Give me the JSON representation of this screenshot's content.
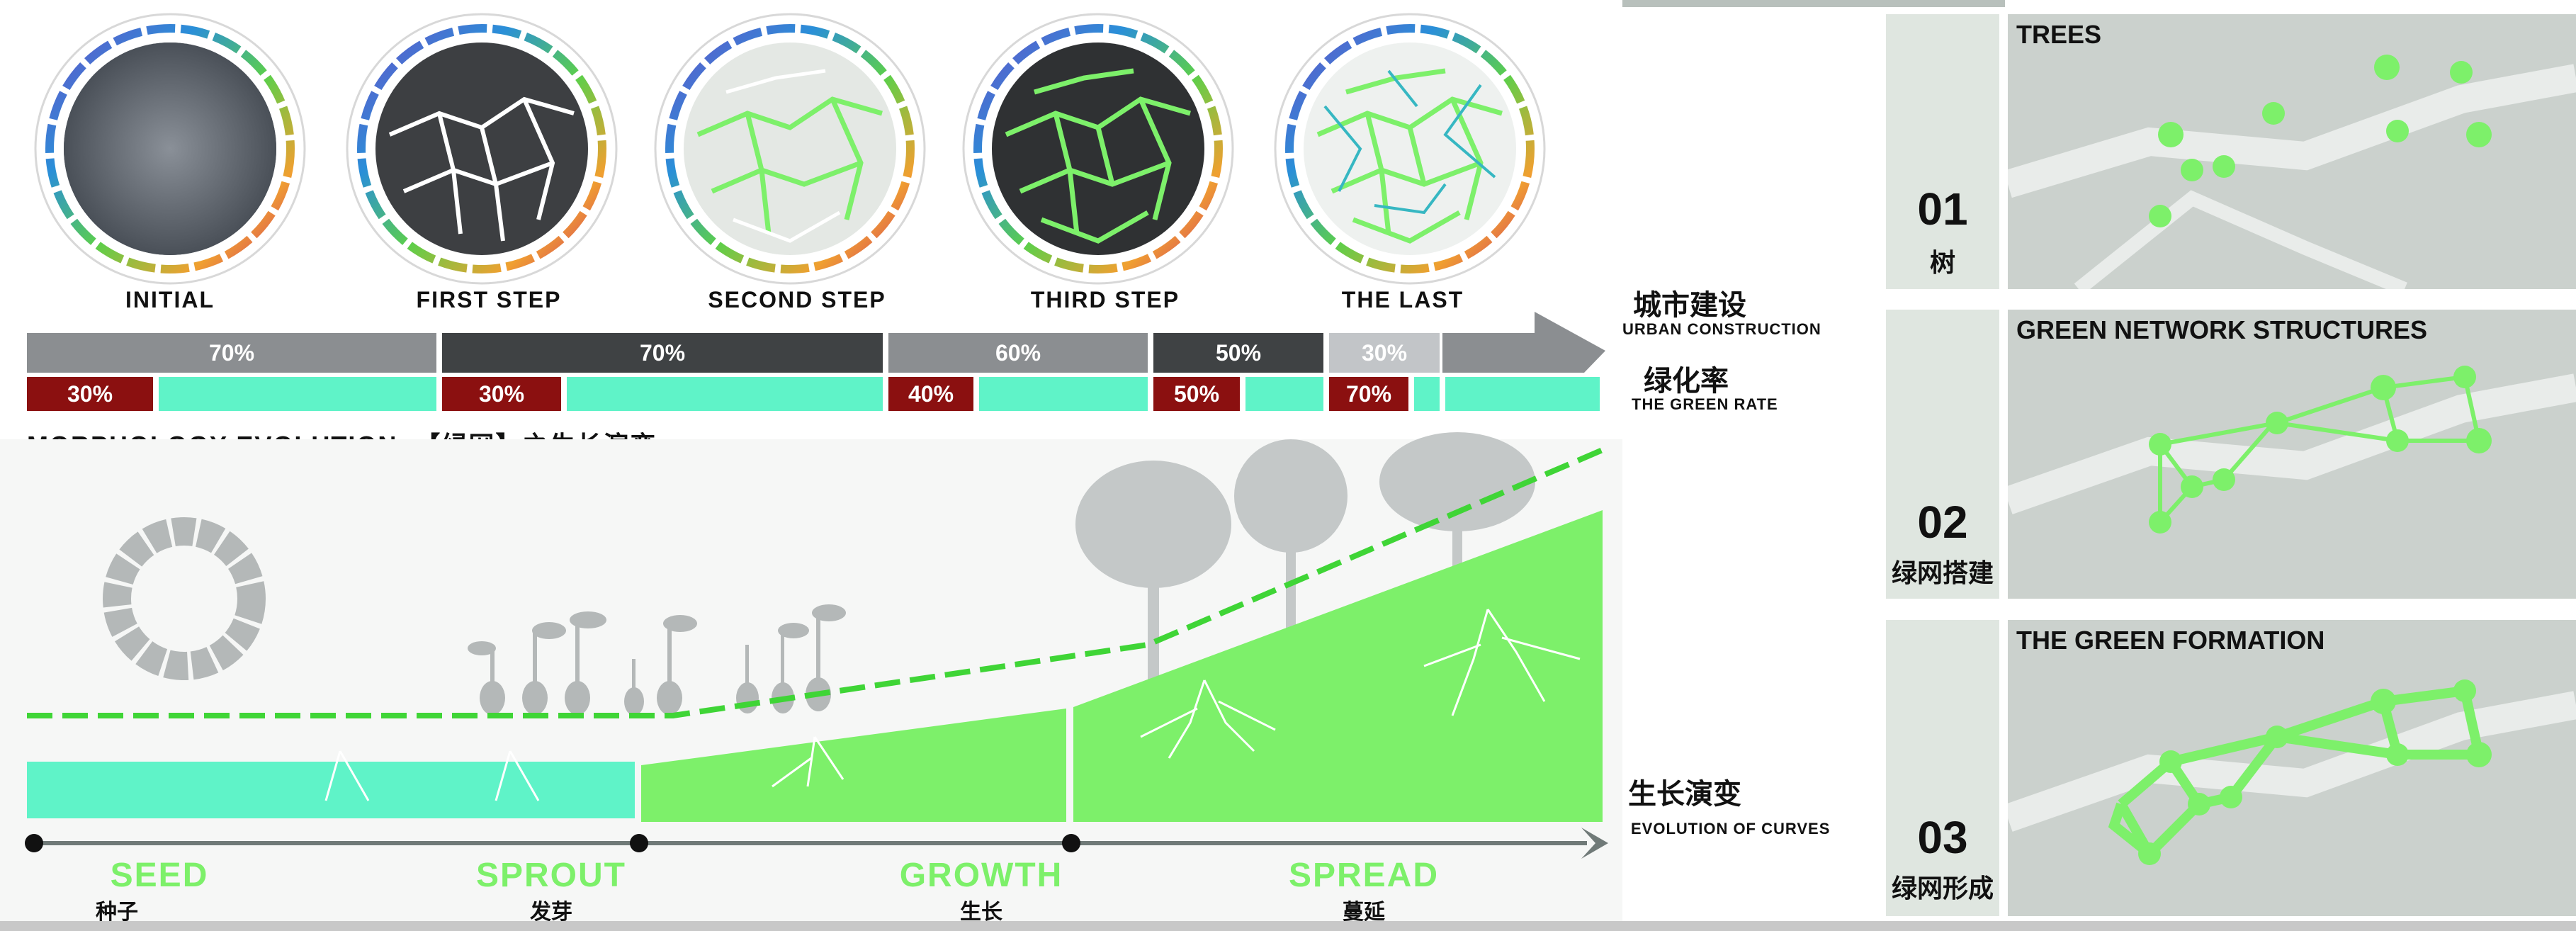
{
  "steps": [
    {
      "label": "INITIAL"
    },
    {
      "label": "FIRST STEP"
    },
    {
      "label": "SECOND STEP"
    },
    {
      "label": "THIRD STEP"
    },
    {
      "label": "THE LAST"
    }
  ],
  "urban_bar": {
    "values": [
      "70%",
      "70%",
      "60%",
      "50%",
      "30%"
    ]
  },
  "green_bar": {
    "values": [
      "30%",
      "30%",
      "40%",
      "50%",
      "70%"
    ]
  },
  "legend": {
    "urban_cn": "城市建设",
    "urban_en": "URBAN CONSTRUCTION",
    "green_cn": "绿化率",
    "green_en": "THE GREEN RATE",
    "curve_cn": "生长演变",
    "curve_en": "EVOLUTION OF CURVES"
  },
  "title": "MORPHOLOGY EVOLUTION  【绿网】之生长演变",
  "stages": [
    {
      "en": "SEED",
      "cn": "种子"
    },
    {
      "en": "SPROUT",
      "cn": "发芽"
    },
    {
      "en": "GROWTH",
      "cn": "生长"
    },
    {
      "en": "SPREAD",
      "cn": "蔓延"
    }
  ],
  "panels": [
    {
      "title": "TREES",
      "num": "01",
      "cn": "树"
    },
    {
      "title": "GREEN NETWORK STRUCTURES",
      "num": "02",
      "cn": "绿网搭建"
    },
    {
      "title": "THE GREEN FORMATION",
      "num": "03",
      "cn": "绿网形成"
    }
  ],
  "colors": {
    "accent_green": "#7df06a",
    "mint": "#5ff3c8",
    "dark_red": "#8b1010",
    "dark_gray": "#3f4244"
  }
}
